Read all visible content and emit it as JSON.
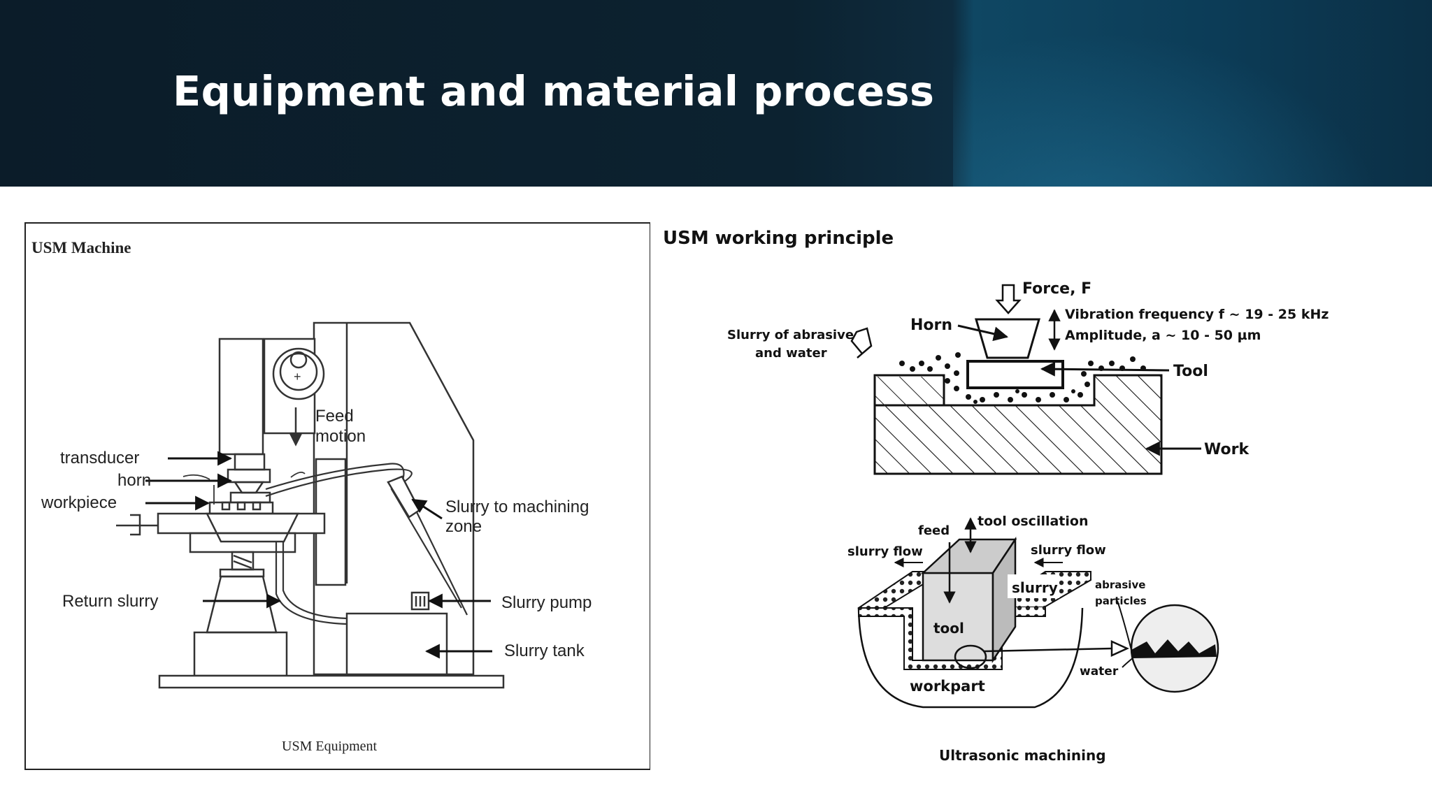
{
  "slide": {
    "title": "Equipment and material process"
  },
  "left_figure": {
    "heading": "USM Machine",
    "caption": "USM Equipment",
    "labels": {
      "feed_1": "Feed",
      "feed_2": "motion",
      "transducer": "transducer",
      "horn": "horn",
      "workpiece": "workpiece",
      "slurry_zone_1": "Slurry to machining",
      "slurry_zone_2": "zone",
      "return_slurry": "Return slurry",
      "slurry_pump": "Slurry pump",
      "slurry_tank": "Slurry tank"
    }
  },
  "right_figure": {
    "heading": "USM working principle",
    "top": {
      "force": "Force, F",
      "horn": "Horn",
      "vibration": "Vibration frequency f ~ 19 - 25 kHz",
      "amplitude": "Amplitude, a ~ 10 - 50 µm",
      "slurry_1": "Slurry of abrasive",
      "slurry_2": "and water",
      "tool": "Tool",
      "work": "Work"
    },
    "bottom": {
      "feed": "feed",
      "tool_oscillation": "tool oscillation",
      "slurry_flow_left": "slurry flow",
      "slurry_flow_right": "slurry flow",
      "slurry": "slurry",
      "abrasive_1": "abrasive",
      "abrasive_2": "particles",
      "tool": "tool",
      "water": "water",
      "workpart": "workpart",
      "caption": "Ultrasonic machining"
    }
  }
}
